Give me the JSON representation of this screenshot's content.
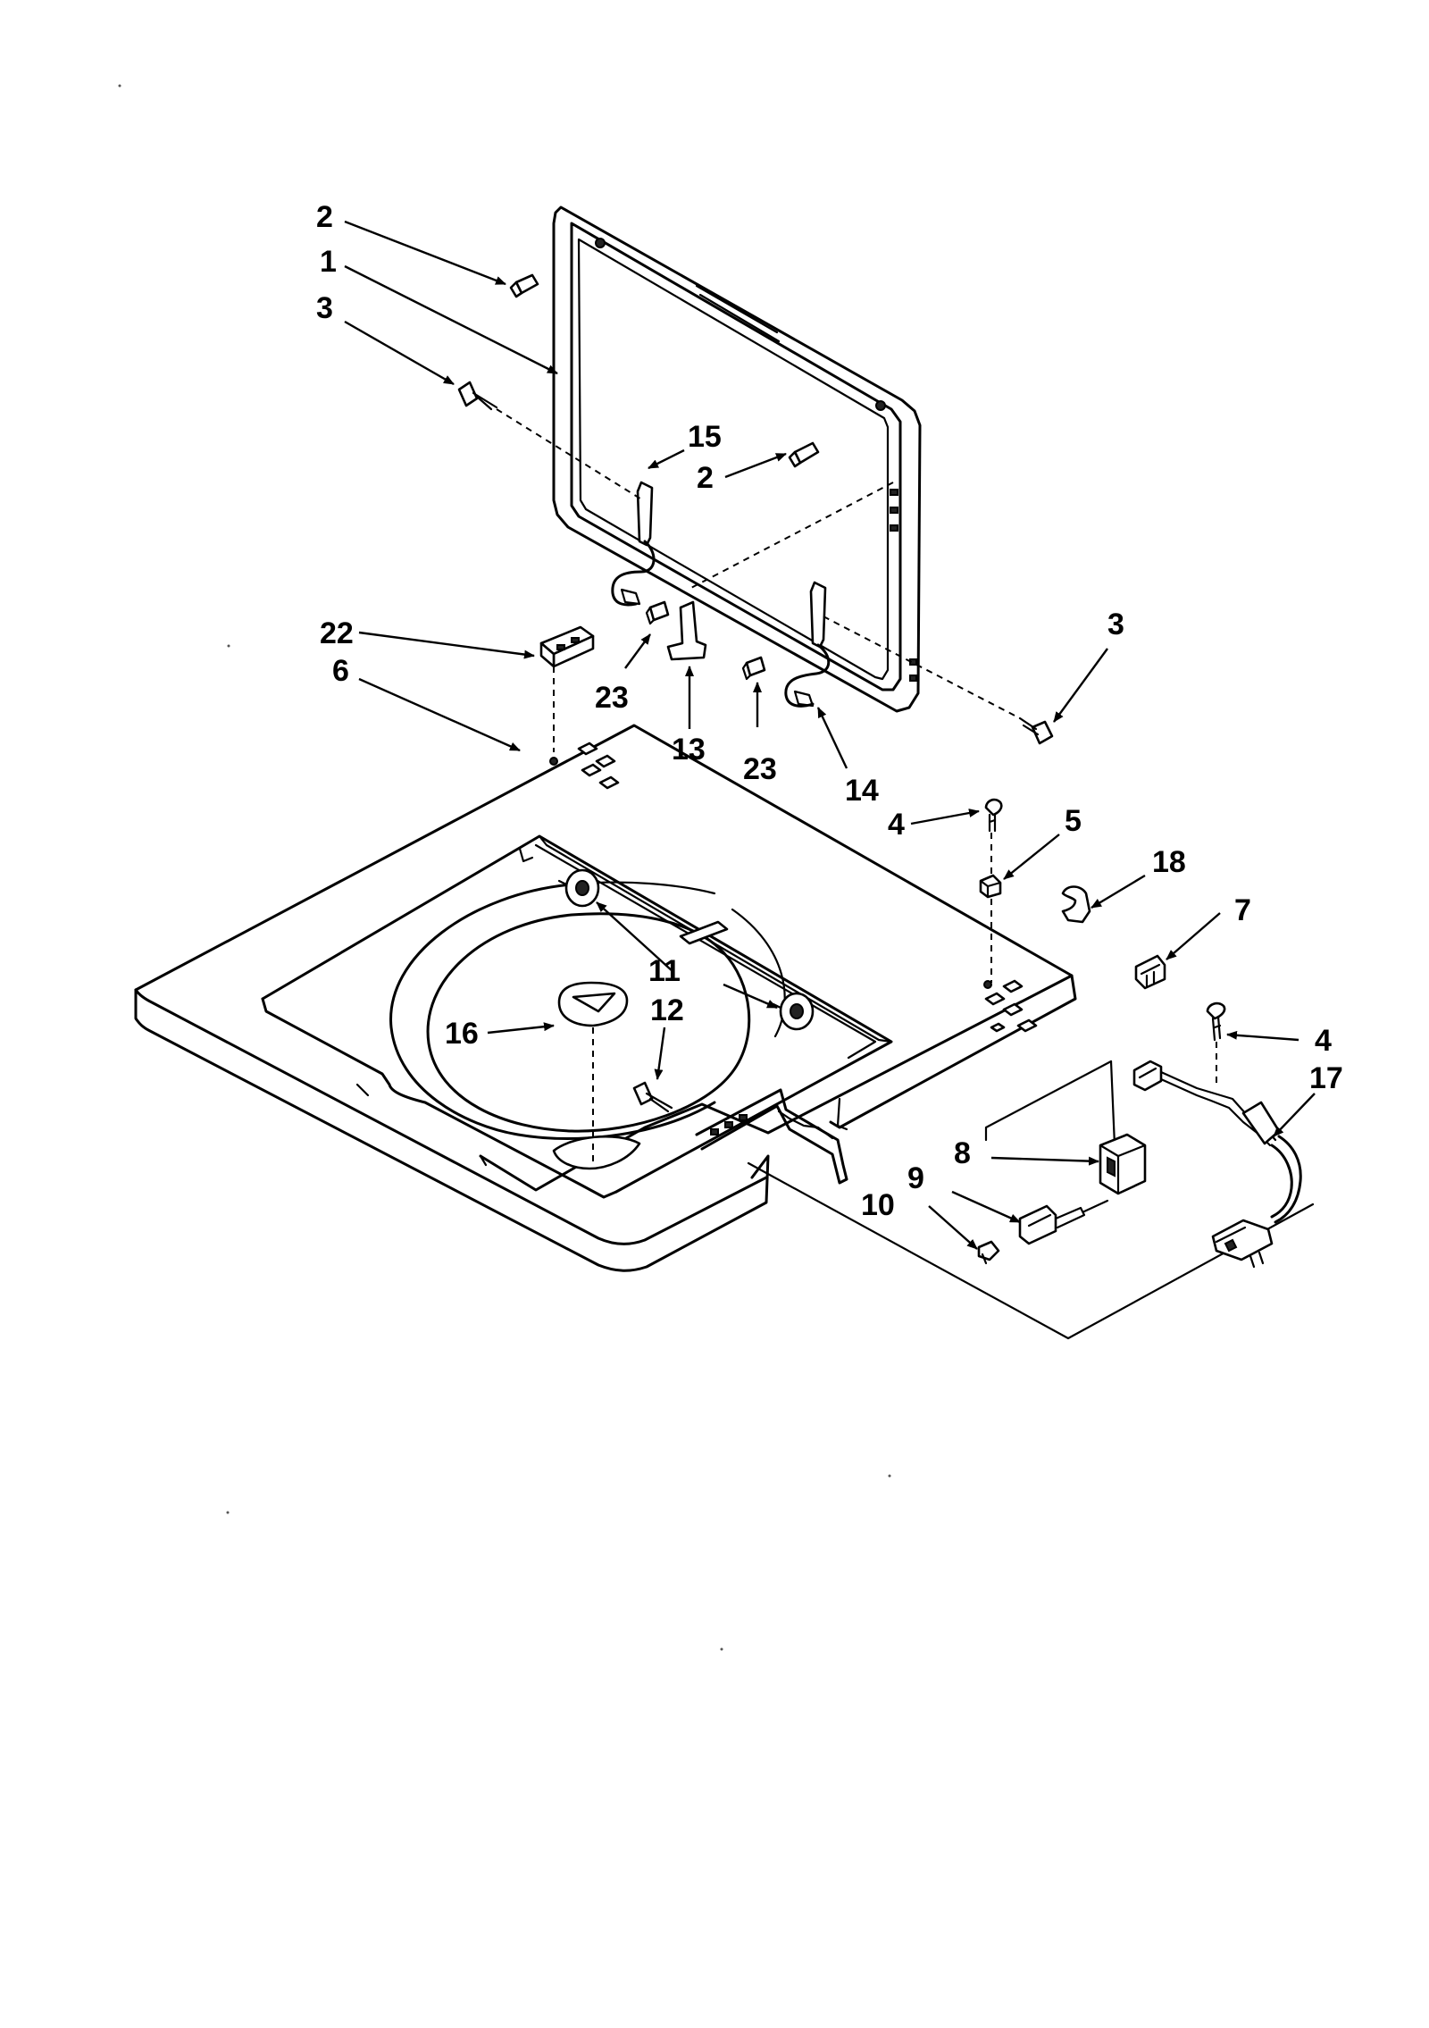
{
  "callouts": {
    "c2a": "2",
    "c1": "1",
    "c3a": "3",
    "c15": "15",
    "c2b": "2",
    "c3b": "3",
    "c22": "22",
    "c6": "6",
    "c23a": "23",
    "c13": "13",
    "c23b": "23",
    "c14": "14",
    "c4a": "4",
    "c5": "5",
    "c18": "18",
    "c7": "7",
    "c11": "11",
    "c16": "16",
    "c12": "12",
    "c4b": "4",
    "c17": "17",
    "c8": "8",
    "c9": "9",
    "c10": "10"
  }
}
